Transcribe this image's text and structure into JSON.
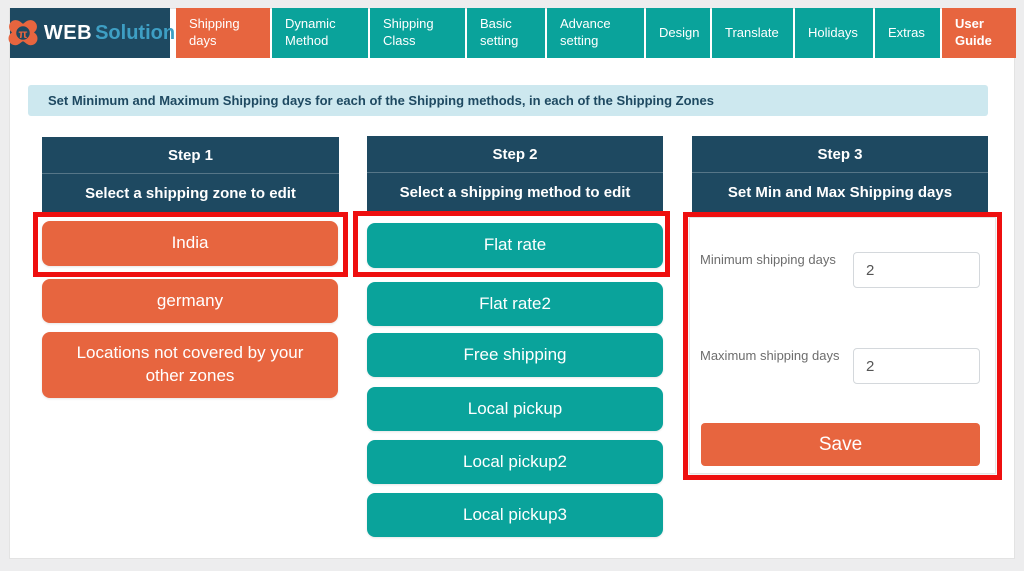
{
  "brand": {
    "name_primary": "WEB",
    "name_secondary": "Solution",
    "icon_glyph": "π"
  },
  "nav": {
    "tabs": [
      {
        "label": "Shipping days",
        "active": true
      },
      {
        "label": "Dynamic Method",
        "active": false
      },
      {
        "label": "Shipping Class",
        "active": false
      },
      {
        "label": "Basic setting",
        "active": false
      },
      {
        "label": "Advance setting",
        "active": false
      },
      {
        "label": "Design",
        "active": false
      },
      {
        "label": "Translate",
        "active": false
      },
      {
        "label": "Holidays",
        "active": false
      },
      {
        "label": "Extras",
        "active": false
      },
      {
        "label": "User Guide",
        "active": false,
        "highlight": true
      }
    ]
  },
  "banner": {
    "text": "Set Minimum and Maximum Shipping days for each of the Shipping methods, in each of the Shipping Zones"
  },
  "step1": {
    "title": "Step 1",
    "subtitle": "Select a shipping zone to edit",
    "zones": [
      "India",
      "germany",
      "Locations not covered by your other zones"
    ],
    "selected_zone": "India"
  },
  "step2": {
    "title": "Step 2",
    "subtitle": "Select a shipping method to edit",
    "methods": [
      "Flat rate",
      "Flat rate2",
      "Free shipping",
      "Local pickup",
      "Local pickup2",
      "Local pickup3"
    ],
    "selected_method": "Flat rate"
  },
  "step3": {
    "title": "Step 3",
    "subtitle": "Set Min and Max Shipping days",
    "min_label": "Minimum shipping days",
    "min_value": "2",
    "max_label": "Maximum shipping days",
    "max_value": "2",
    "save_label": "Save"
  },
  "colors": {
    "navy": "#1e4961",
    "orange": "#e7653f",
    "teal": "#0aa39b",
    "banner_bg": "#cde8ef",
    "annotation_red": "#ee0f0f"
  }
}
